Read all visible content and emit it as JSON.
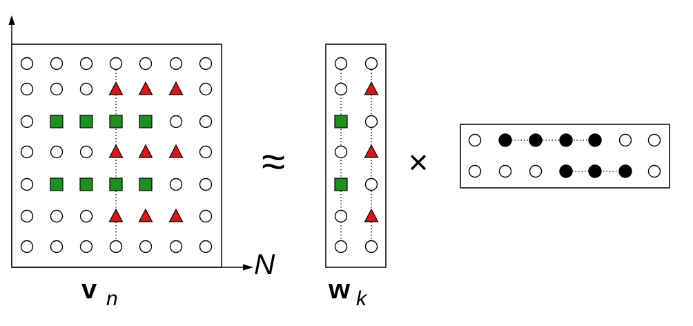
{
  "colors": {
    "square": "#1f8f1f",
    "triangle": "#d41717",
    "filled_circle": "#000000",
    "outline": "#000000"
  },
  "labels": {
    "axis_n": "N",
    "approx": "≈",
    "times": "×",
    "v_main": "v",
    "v_sub": "n",
    "w_main": "w",
    "w_sub": "k"
  },
  "matrix_v": {
    "rows": [
      [
        "o",
        "o",
        "o",
        "o",
        "o",
        "o",
        "o"
      ],
      [
        "o",
        "o",
        "o",
        "t",
        "t",
        "t",
        "o"
      ],
      [
        "o",
        "s",
        "s",
        "s",
        "s",
        "o",
        "o"
      ],
      [
        "o",
        "o",
        "o",
        "t",
        "t",
        "t",
        "o"
      ],
      [
        "o",
        "s",
        "s",
        "s",
        "s",
        "o",
        "o"
      ],
      [
        "o",
        "o",
        "o",
        "t",
        "t",
        "t",
        "o"
      ],
      [
        "o",
        "o",
        "o",
        "o",
        "o",
        "o",
        "o"
      ]
    ],
    "dotted_column": 3
  },
  "matrix_w": {
    "rows": [
      [
        "o",
        "o"
      ],
      [
        "o",
        "t"
      ],
      [
        "s",
        "o"
      ],
      [
        "o",
        "t"
      ],
      [
        "s",
        "o"
      ],
      [
        "o",
        "t"
      ],
      [
        "o",
        "o"
      ]
    ],
    "dotted_columns": [
      0,
      1
    ]
  },
  "matrix_h": {
    "rows": [
      [
        "o",
        "f",
        "f",
        "f",
        "f",
        "o",
        "o"
      ],
      [
        "o",
        "o",
        "o",
        "f",
        "f",
        "f",
        "o"
      ]
    ],
    "dotted_spans": [
      [
        1,
        4
      ],
      [
        3,
        5
      ]
    ]
  }
}
